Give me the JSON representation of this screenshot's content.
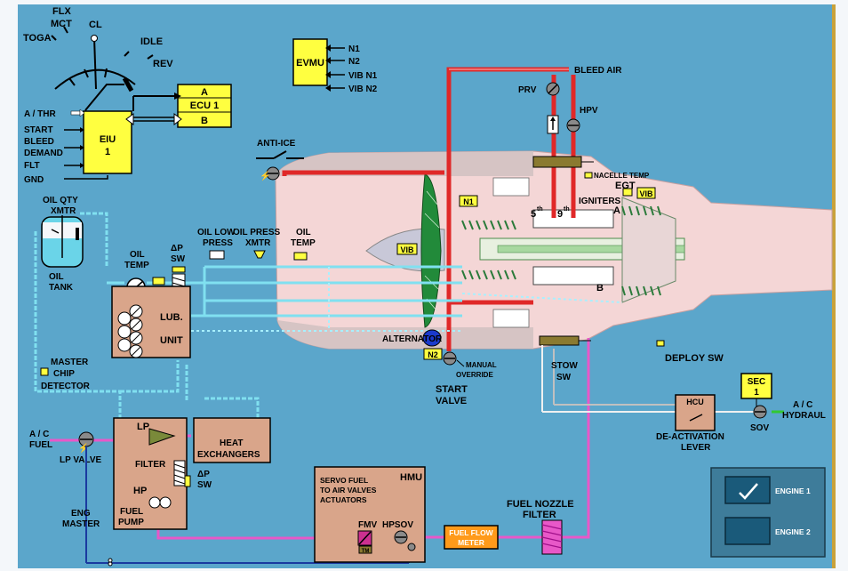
{
  "colors": {
    "background": "#5ba6cb",
    "box_fill": "#d9a58a",
    "label_yellow": "#ffff40",
    "fuel_line": "#e858c8",
    "bleed_line": "#e02828",
    "oil_line": "#80e0f0",
    "engine_body": "#f4d6d6",
    "fan_green": "#228a3a"
  },
  "throttle": {
    "toga": "TOGA",
    "flx": "FLX",
    "mct": "MCT",
    "cl": "CL",
    "idle": "IDLE",
    "rev": "REV"
  },
  "ecu": {
    "a": "A",
    "ecu1": "ECU 1",
    "b": "B"
  },
  "eiu": {
    "line1": "EIU",
    "line2": "1"
  },
  "eiu_inputs": [
    "A / THR",
    "START",
    "BLEED",
    "DEMAND",
    "FLT",
    "GND"
  ],
  "evmu": {
    "title": "EVMU",
    "inputs": [
      "N1",
      "N2",
      "VIB N1",
      "VIB N2"
    ]
  },
  "anti_ice": "ANTI-ICE",
  "oil": {
    "qty_xmtr_1": "OIL QTY",
    "qty_xmtr_2": "XMTR",
    "tank_1": "OIL",
    "tank_2": "TANK",
    "temp_left_1": "OIL",
    "temp_left_2": "TEMP",
    "dp_sw_1": "ΔP",
    "dp_sw_2": "SW",
    "low_press_1": "OIL LOW",
    "low_press_2": "PRESS",
    "press_xmtr_1": "OIL PRESS",
    "press_xmtr_2": "XMTR",
    "temp_right_1": "OIL",
    "temp_right_2": "TEMP"
  },
  "lub_unit": {
    "line1": "LUB.",
    "line2": "UNIT"
  },
  "chip_detector": {
    "line1": "MASTER",
    "line2": "CHIP",
    "line3": "DETECTOR"
  },
  "heat_exchangers": {
    "line1": "HEAT",
    "line2": "EXCHANGERS"
  },
  "fuel": {
    "ac_fuel_1": "A / C",
    "ac_fuel_2": "FUEL",
    "lp_valve": "LP VALVE",
    "lp": "LP",
    "filter": "FILTER",
    "hp": "HP",
    "fuel_pump_1": "FUEL",
    "fuel_pump_2": "PUMP",
    "dp_sw_1": "ΔP",
    "dp_sw_2": "SW",
    "eng_master_1": "ENG",
    "eng_master_2": "MASTER"
  },
  "hmu": {
    "title": "HMU",
    "servo_1": "SERVO FUEL",
    "servo_2": "TO AIR VALVES",
    "servo_3": "ACTUATORS",
    "fmv": "FMV",
    "tm": "TM",
    "hpsov": "HPSOV"
  },
  "fuel_flow_meter": {
    "line1": "FUEL FLOW",
    "line2": "METER"
  },
  "fuel_nozzle_filter": {
    "line1": "FUEL NOZZLE",
    "line2": "FILTER"
  },
  "engine": {
    "vib_fan": "VIB",
    "n1": "N1",
    "n2": "N2",
    "fifth": "5",
    "ninth": "9",
    "th": "th",
    "igniters": "IGNITERS",
    "egt": "EGT",
    "vib_core": "VIB",
    "a": "A",
    "b": "B",
    "nacelle_temp": "NACELLE TEMP",
    "alternator": "ALTERNATOR",
    "manual_1": "MANUAL",
    "manual_2": "OVERRIDE",
    "start_valve_1": "START",
    "start_valve_2": "VALVE"
  },
  "bleed": {
    "bleed_air": "BLEED AIR",
    "prv": "PRV",
    "hpv": "HPV"
  },
  "reverser": {
    "stow_1": "STOW",
    "stow_2": "SW",
    "deploy_sw": "DEPLOY SW",
    "sec_1": "SEC",
    "sec_2": "1",
    "hcu": "HCU",
    "deact_1": "DE-ACTIVATION",
    "deact_2": "LEVER",
    "sov": "SOV",
    "ac_hydraul_1": "A / C",
    "ac_hydraul_2": "HYDRAUL"
  },
  "engine_select": {
    "engine1": "ENGINE 1",
    "engine2": "ENGINE 2"
  }
}
